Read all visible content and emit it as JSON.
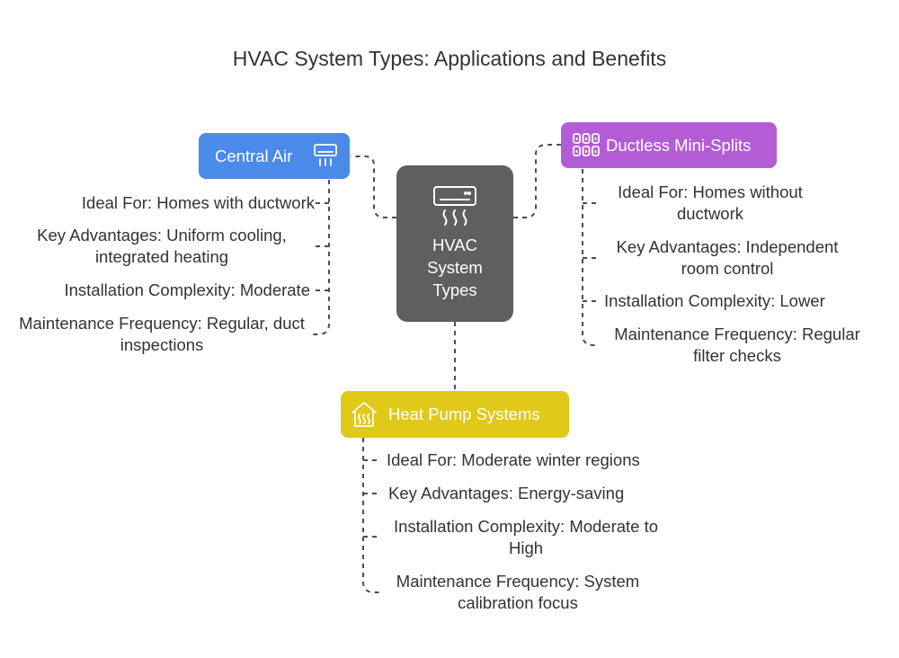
{
  "title": "HVAC System Types: Applications and Benefits",
  "center": {
    "label": "HVAC System Types",
    "icon": "air-conditioner-icon"
  },
  "colors": {
    "center": "#5f5f5f",
    "central_air": "#4a8ae8",
    "ductless": "#b45cd6",
    "heat_pump": "#e0c918",
    "connector": "#4d4d4d"
  },
  "branches": {
    "central_air": {
      "label": "Central Air",
      "icon": "air-conditioner-icon",
      "items": [
        "Ideal For: Homes with ductwork",
        "Key Advantages: Uniform cooling, integrated heating",
        "Installation Complexity: Moderate",
        "Maintenance Frequency: Regular, duct inspections"
      ]
    },
    "ductless": {
      "label": "Ductless Mini-Splits",
      "icon": "grid-units-icon",
      "items": [
        "Ideal For: Homes without ductwork",
        "Key Advantages: Independent room control",
        "Installation Complexity: Lower",
        "Maintenance Frequency: Regular filter checks"
      ]
    },
    "heat_pump": {
      "label": "Heat Pump Systems",
      "icon": "house-heat-icon",
      "items": [
        "Ideal For: Moderate winter regions",
        "Key Advantages: Energy-saving",
        "Installation Complexity: Moderate to High",
        "Maintenance Frequency: System calibration focus"
      ]
    }
  }
}
